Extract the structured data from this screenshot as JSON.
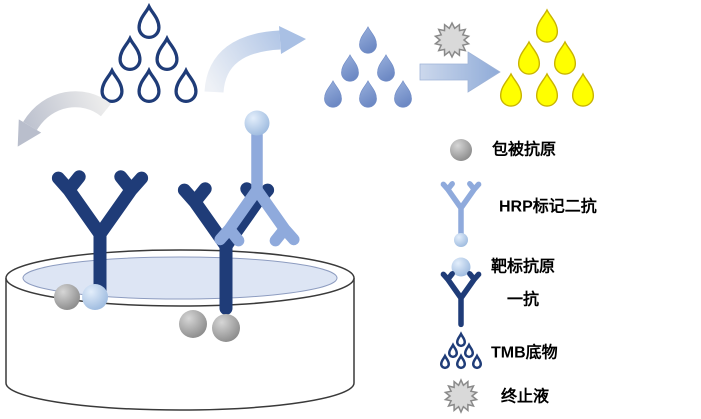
{
  "diagram": {
    "type": "ELISA assay schematic",
    "legend": {
      "items": [
        {
          "icon": "coated-antigen-sphere-icon",
          "label": "包被抗原"
        },
        {
          "icon": "hrp-secondary-antibody-icon",
          "label": "HRP标记二抗"
        },
        {
          "icon": "target-antigen-sphere-icon",
          "label": "靶标抗原"
        },
        {
          "icon": "primary-antibody-icon",
          "label": "一抗"
        },
        {
          "icon": "tmb-substrate-droplets-icon",
          "label": "TMB底物"
        },
        {
          "icon": "stop-solution-starburst-icon",
          "label": "终止液"
        }
      ]
    },
    "colors": {
      "primary_antibody_blue": "#1F3C78",
      "secondary_antibody_blue": "#8FAADC",
      "substrate_droplet_blue": "#7D99CF",
      "product_yellow": "#FFFF00",
      "coated_antigen_gray": "#8C8C8C",
      "target_antigen_blue": "#A9C6E8",
      "stop_solution_gray": "#D9D9D9",
      "well_liquid_blue": "#DDE5F4"
    }
  }
}
